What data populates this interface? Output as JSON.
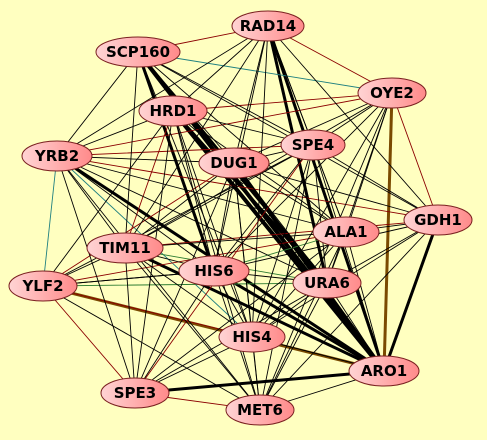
{
  "colors": {
    "background": "#ffffc0",
    "node_fill_light": "#ffd4d4",
    "node_fill_dark": "#ff8a8a",
    "node_stroke": "#7a2020",
    "edge_default": "#000000",
    "edge_red": "#8b0000",
    "edge_teal": "#208080",
    "edge_green": "#2e7d32",
    "edge_brown": "#7a4a00"
  },
  "network": {
    "nodes": [
      {
        "id": "RAD14",
        "label": "RAD14"
      },
      {
        "id": "SCP160",
        "label": "SCP160"
      },
      {
        "id": "OYE2",
        "label": "OYE2"
      },
      {
        "id": "HRD1",
        "label": "HRD1"
      },
      {
        "id": "SPE4",
        "label": "SPE4"
      },
      {
        "id": "YRB2",
        "label": "YRB2"
      },
      {
        "id": "DUG1",
        "label": "DUG1"
      },
      {
        "id": "GDH1",
        "label": "GDH1"
      },
      {
        "id": "ALA1",
        "label": "ALA1"
      },
      {
        "id": "TIM11",
        "label": "TIM11"
      },
      {
        "id": "HIS6",
        "label": "HIS6"
      },
      {
        "id": "URA6",
        "label": "URA6"
      },
      {
        "id": "YLF2",
        "label": "YLF2"
      },
      {
        "id": "HIS4",
        "label": "HIS4"
      },
      {
        "id": "ARO1",
        "label": "ARO1"
      },
      {
        "id": "SPE3",
        "label": "SPE3"
      },
      {
        "id": "MET6",
        "label": "MET6"
      }
    ],
    "edges": [
      {
        "source": "SCP160",
        "target": "ARO1",
        "weight": 4,
        "color": "edge_default"
      },
      {
        "source": "HRD1",
        "target": "ARO1",
        "weight": 4,
        "color": "edge_default"
      },
      {
        "source": "HRD1",
        "target": "URA6",
        "weight": 3,
        "color": "edge_default"
      },
      {
        "source": "DUG1",
        "target": "ARO1",
        "weight": 4,
        "color": "edge_default"
      },
      {
        "source": "RAD14",
        "target": "ARO1",
        "weight": 3,
        "color": "edge_default"
      },
      {
        "source": "RAD14",
        "target": "URA6",
        "weight": 3,
        "color": "edge_default"
      },
      {
        "source": "SCP160",
        "target": "HIS6",
        "weight": 3,
        "color": "edge_default"
      },
      {
        "source": "SCP160",
        "target": "URA6",
        "weight": 3,
        "color": "edge_default"
      },
      {
        "source": "YRB2",
        "target": "ARO1",
        "weight": 3,
        "color": "edge_default"
      },
      {
        "source": "TIM11",
        "target": "ARO1",
        "weight": 3,
        "color": "edge_default"
      },
      {
        "source": "HIS6",
        "target": "ARO1",
        "weight": 3,
        "color": "edge_default"
      },
      {
        "source": "SPE3",
        "target": "ARO1",
        "weight": 3,
        "color": "edge_default"
      },
      {
        "source": "GDH1",
        "target": "ARO1",
        "weight": 3,
        "color": "edge_default"
      },
      {
        "source": "YLF2",
        "target": "ARO1",
        "weight": 3,
        "color": "edge_brown"
      },
      {
        "source": "OYE2",
        "target": "ARO1",
        "weight": 3,
        "color": "edge_brown"
      },
      {
        "source": "SCP160",
        "target": "OYE2",
        "weight": 1,
        "color": "edge_teal"
      },
      {
        "source": "YRB2",
        "target": "YLF2",
        "weight": 1,
        "color": "edge_teal"
      },
      {
        "source": "YRB2",
        "target": "HIS4",
        "weight": 1,
        "color": "edge_teal"
      },
      {
        "source": "SCP160",
        "target": "RAD14",
        "weight": 1,
        "color": "edge_red"
      },
      {
        "source": "RAD14",
        "target": "OYE2",
        "weight": 1,
        "color": "edge_red"
      },
      {
        "source": "OYE2",
        "target": "GDH1",
        "weight": 1,
        "color": "edge_red"
      },
      {
        "source": "HRD1",
        "target": "OYE2",
        "weight": 1,
        "color": "edge_red"
      },
      {
        "source": "YRB2",
        "target": "OYE2",
        "weight": 1,
        "color": "edge_red"
      },
      {
        "source": "YRB2",
        "target": "SPE4",
        "weight": 1,
        "color": "edge_red"
      },
      {
        "source": "YRB2",
        "target": "GDH1",
        "weight": 1,
        "color": "edge_red"
      },
      {
        "source": "TIM11",
        "target": "GDH1",
        "weight": 1,
        "color": "edge_red"
      },
      {
        "source": "YLF2",
        "target": "ALA1",
        "weight": 1,
        "color": "edge_red"
      },
      {
        "source": "YLF2",
        "target": "SPE3",
        "weight": 1,
        "color": "edge_red"
      },
      {
        "source": "SPE3",
        "target": "MET6",
        "weight": 1,
        "color": "edge_red"
      },
      {
        "source": "YLF2",
        "target": "HIS4",
        "weight": 1,
        "color": "edge_red"
      },
      {
        "source": "SPE4",
        "target": "SPE3",
        "weight": 1,
        "color": "edge_red"
      },
      {
        "source": "DUG1",
        "target": "YLF2",
        "weight": 1,
        "color": "edge_red"
      },
      {
        "source": "HRD1",
        "target": "TIM11",
        "weight": 1,
        "color": "edge_red"
      },
      {
        "source": "TIM11",
        "target": "URA6",
        "weight": 1,
        "color": "edge_green"
      },
      {
        "source": "YLF2",
        "target": "URA6",
        "weight": 1,
        "color": "edge_green"
      },
      {
        "source": "HIS6",
        "target": "ALA1",
        "weight": 1,
        "color": "edge_green"
      },
      {
        "source": "SCP160",
        "target": "SPE4",
        "weight": 1,
        "color": "edge_default"
      },
      {
        "source": "SCP160",
        "target": "DUG1",
        "weight": 1,
        "color": "edge_default"
      },
      {
        "source": "SCP160",
        "target": "YRB2",
        "weight": 1,
        "color": "edge_default"
      },
      {
        "source": "SCP160",
        "target": "TIM11",
        "weight": 1,
        "color": "edge_default"
      },
      {
        "source": "SCP160",
        "target": "HIS4",
        "weight": 1,
        "color": "edge_default"
      },
      {
        "source": "SCP160",
        "target": "ALA1",
        "weight": 1,
        "color": "edge_default"
      },
      {
        "source": "SCP160",
        "target": "GDH1",
        "weight": 1,
        "color": "edge_default"
      },
      {
        "source": "RAD14",
        "target": "HRD1",
        "weight": 1,
        "color": "edge_default"
      },
      {
        "source": "RAD14",
        "target": "DUG1",
        "weight": 1,
        "color": "edge_default"
      },
      {
        "source": "RAD14",
        "target": "SPE4",
        "weight": 1,
        "color": "edge_default"
      },
      {
        "source": "RAD14",
        "target": "YRB2",
        "weight": 1,
        "color": "edge_default"
      },
      {
        "source": "RAD14",
        "target": "HIS6",
        "weight": 1,
        "color": "edge_default"
      },
      {
        "source": "RAD14",
        "target": "HIS4",
        "weight": 1,
        "color": "edge_default"
      },
      {
        "source": "RAD14",
        "target": "TIM11",
        "weight": 1,
        "color": "edge_default"
      },
      {
        "source": "RAD14",
        "target": "ALA1",
        "weight": 1,
        "color": "edge_default"
      },
      {
        "source": "RAD14",
        "target": "GDH1",
        "weight": 1,
        "color": "edge_default"
      },
      {
        "source": "OYE2",
        "target": "SPE4",
        "weight": 1,
        "color": "edge_default"
      },
      {
        "source": "OYE2",
        "target": "DUG1",
        "weight": 1,
        "color": "edge_default"
      },
      {
        "source": "OYE2",
        "target": "ALA1",
        "weight": 1,
        "color": "edge_default"
      },
      {
        "source": "OYE2",
        "target": "URA6",
        "weight": 1,
        "color": "edge_default"
      },
      {
        "source": "OYE2",
        "target": "HIS6",
        "weight": 1,
        "color": "edge_default"
      },
      {
        "source": "OYE2",
        "target": "HIS4",
        "weight": 1,
        "color": "edge_default"
      },
      {
        "source": "OYE2",
        "target": "TIM11",
        "weight": 1,
        "color": "edge_default"
      },
      {
        "source": "OYE2",
        "target": "MET6",
        "weight": 1,
        "color": "edge_default"
      },
      {
        "source": "HRD1",
        "target": "DUG1",
        "weight": 1,
        "color": "edge_default"
      },
      {
        "source": "HRD1",
        "target": "SPE4",
        "weight": 1,
        "color": "edge_default"
      },
      {
        "source": "HRD1",
        "target": "YRB2",
        "weight": 1,
        "color": "edge_default"
      },
      {
        "source": "HRD1",
        "target": "HIS6",
        "weight": 1,
        "color": "edge_default"
      },
      {
        "source": "HRD1",
        "target": "HIS4",
        "weight": 1,
        "color": "edge_default"
      },
      {
        "source": "HRD1",
        "target": "ALA1",
        "weight": 1,
        "color": "edge_default"
      },
      {
        "source": "HRD1",
        "target": "SPE3",
        "weight": 1,
        "color": "edge_default"
      },
      {
        "source": "HRD1",
        "target": "MET6",
        "weight": 1,
        "color": "edge_default"
      },
      {
        "source": "HRD1",
        "target": "YLF2",
        "weight": 1,
        "color": "edge_default"
      },
      {
        "source": "SPE4",
        "target": "DUG1",
        "weight": 1,
        "color": "edge_default"
      },
      {
        "source": "SPE4",
        "target": "ALA1",
        "weight": 1,
        "color": "edge_default"
      },
      {
        "source": "SPE4",
        "target": "URA6",
        "weight": 1,
        "color": "edge_default"
      },
      {
        "source": "SPE4",
        "target": "HIS6",
        "weight": 1,
        "color": "edge_default"
      },
      {
        "source": "SPE4",
        "target": "HIS4",
        "weight": 1,
        "color": "edge_default"
      },
      {
        "source": "SPE4",
        "target": "TIM11",
        "weight": 1,
        "color": "edge_default"
      },
      {
        "source": "SPE4",
        "target": "YLF2",
        "weight": 1,
        "color": "edge_default"
      },
      {
        "source": "SPE4",
        "target": "ARO1",
        "weight": 1,
        "color": "edge_default"
      },
      {
        "source": "SPE4",
        "target": "GDH1",
        "weight": 1,
        "color": "edge_default"
      },
      {
        "source": "SPE4",
        "target": "MET6",
        "weight": 1,
        "color": "edge_default"
      },
      {
        "source": "YRB2",
        "target": "DUG1",
        "weight": 1,
        "color": "edge_default"
      },
      {
        "source": "YRB2",
        "target": "TIM11",
        "weight": 1,
        "color": "edge_default"
      },
      {
        "source": "YRB2",
        "target": "HIS6",
        "weight": 1,
        "color": "edge_default"
      },
      {
        "source": "YRB2",
        "target": "URA6",
        "weight": 1,
        "color": "edge_default"
      },
      {
        "source": "YRB2",
        "target": "SPE3",
        "weight": 1,
        "color": "edge_default"
      },
      {
        "source": "YRB2",
        "target": "MET6",
        "weight": 1,
        "color": "edge_default"
      },
      {
        "source": "YRB2",
        "target": "ALA1",
        "weight": 1,
        "color": "edge_default"
      },
      {
        "source": "DUG1",
        "target": "ALA1",
        "weight": 1,
        "color": "edge_default"
      },
      {
        "source": "DUG1",
        "target": "URA6",
        "weight": 1,
        "color": "edge_default"
      },
      {
        "source": "DUG1",
        "target": "HIS6",
        "weight": 1,
        "color": "edge_default"
      },
      {
        "source": "DUG1",
        "target": "HIS4",
        "weight": 1,
        "color": "edge_default"
      },
      {
        "source": "DUG1",
        "target": "TIM11",
        "weight": 1,
        "color": "edge_default"
      },
      {
        "source": "DUG1",
        "target": "SPE3",
        "weight": 1,
        "color": "edge_default"
      },
      {
        "source": "DUG1",
        "target": "MET6",
        "weight": 1,
        "color": "edge_default"
      },
      {
        "source": "DUG1",
        "target": "GDH1",
        "weight": 1,
        "color": "edge_default"
      },
      {
        "source": "GDH1",
        "target": "ALA1",
        "weight": 1,
        "color": "edge_default"
      },
      {
        "source": "GDH1",
        "target": "URA6",
        "weight": 1,
        "color": "edge_default"
      },
      {
        "source": "GDH1",
        "target": "HIS6",
        "weight": 1,
        "color": "edge_default"
      },
      {
        "source": "GDH1",
        "target": "HIS4",
        "weight": 1,
        "color": "edge_default"
      },
      {
        "source": "GDH1",
        "target": "MET6",
        "weight": 1,
        "color": "edge_default"
      },
      {
        "source": "ALA1",
        "target": "URA6",
        "weight": 1,
        "color": "edge_default"
      },
      {
        "source": "ALA1",
        "target": "HIS4",
        "weight": 1,
        "color": "edge_default"
      },
      {
        "source": "ALA1",
        "target": "TIM11",
        "weight": 1,
        "color": "edge_default"
      },
      {
        "source": "ALA1",
        "target": "ARO1",
        "weight": 1,
        "color": "edge_default"
      },
      {
        "source": "ALA1",
        "target": "MET6",
        "weight": 1,
        "color": "edge_default"
      },
      {
        "source": "ALA1",
        "target": "SPE3",
        "weight": 1,
        "color": "edge_default"
      },
      {
        "source": "TIM11",
        "target": "HIS6",
        "weight": 1,
        "color": "edge_default"
      },
      {
        "source": "TIM11",
        "target": "HIS4",
        "weight": 1,
        "color": "edge_default"
      },
      {
        "source": "TIM11",
        "target": "YLF2",
        "weight": 1,
        "color": "edge_default"
      },
      {
        "source": "TIM11",
        "target": "SPE3",
        "weight": 1,
        "color": "edge_default"
      },
      {
        "source": "TIM11",
        "target": "MET6",
        "weight": 1,
        "color": "edge_default"
      },
      {
        "source": "HIS6",
        "target": "URA6",
        "weight": 1,
        "color": "edge_default"
      },
      {
        "source": "HIS6",
        "target": "HIS4",
        "weight": 1,
        "color": "edge_default"
      },
      {
        "source": "HIS6",
        "target": "YLF2",
        "weight": 1,
        "color": "edge_default"
      },
      {
        "source": "HIS6",
        "target": "SPE3",
        "weight": 1,
        "color": "edge_default"
      },
      {
        "source": "HIS6",
        "target": "MET6",
        "weight": 1,
        "color": "edge_default"
      },
      {
        "source": "URA6",
        "target": "HIS4",
        "weight": 1,
        "color": "edge_default"
      },
      {
        "source": "URA6",
        "target": "ARO1",
        "weight": 1,
        "color": "edge_default"
      },
      {
        "source": "URA6",
        "target": "SPE3",
        "weight": 1,
        "color": "edge_default"
      },
      {
        "source": "URA6",
        "target": "MET6",
        "weight": 1,
        "color": "edge_default"
      },
      {
        "source": "YLF2",
        "target": "HIS6",
        "weight": 1,
        "color": "edge_default"
      },
      {
        "source": "YLF2",
        "target": "MET6",
        "weight": 1,
        "color": "edge_default"
      },
      {
        "source": "HIS4",
        "target": "ARO1",
        "weight": 1,
        "color": "edge_default"
      },
      {
        "source": "HIS4",
        "target": "SPE3",
        "weight": 1,
        "color": "edge_default"
      },
      {
        "source": "HIS4",
        "target": "MET6",
        "weight": 1,
        "color": "edge_default"
      },
      {
        "source": "ARO1",
        "target": "MET6",
        "weight": 1,
        "color": "edge_default"
      }
    ]
  }
}
